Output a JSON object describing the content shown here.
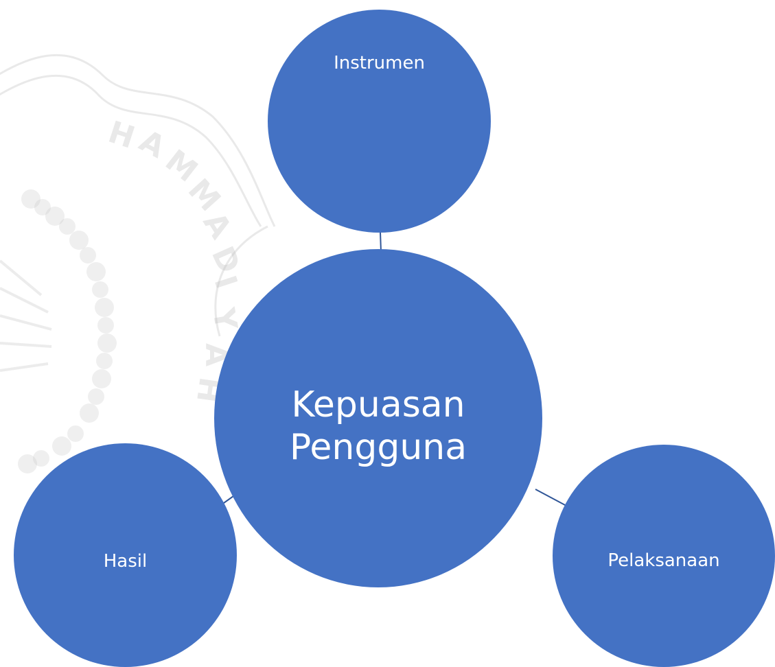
{
  "diagram": {
    "center": {
      "label": "Kepuasan\nPengguna"
    },
    "nodes": [
      {
        "id": "top",
        "label": "Instrumen"
      },
      {
        "id": "left",
        "label": "Hasil"
      },
      {
        "id": "right",
        "label": "Pelaksanaan"
      }
    ],
    "colors": {
      "node_fill": "#4472C4",
      "connector": "#2F5597",
      "text": "#FFFFFF",
      "watermark": "#BFBFBF"
    },
    "watermark": {
      "description": "faded university seal",
      "lettering": "HAMMADIYAH"
    }
  }
}
